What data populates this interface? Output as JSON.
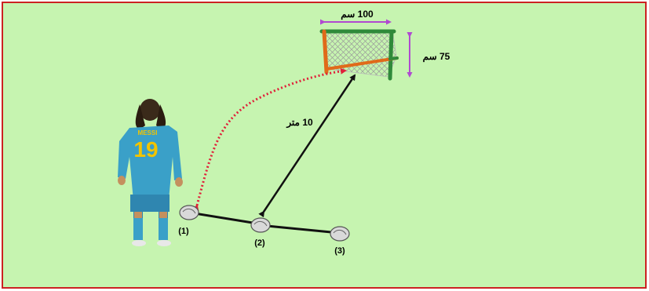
{
  "colors": {
    "field": "#c6f4b0",
    "border": "#cc2222",
    "pass_line": "#111111",
    "shot_path": "#e0203a",
    "dimension": "#b04ad0",
    "goal_frame_green": "#2f8a3a",
    "goal_frame_orange": "#e06a1a",
    "jersey": "#3aa0c8",
    "jersey_number": "#f2c400"
  },
  "labels": {
    "goal_width": "100 سم",
    "goal_height": "75 سم",
    "distance": "10 متر"
  },
  "player": {
    "name": "MESSI",
    "number": "19"
  },
  "balls": [
    {
      "label": "(1)"
    },
    {
      "label": "(2)"
    },
    {
      "label": "(3)"
    }
  ]
}
